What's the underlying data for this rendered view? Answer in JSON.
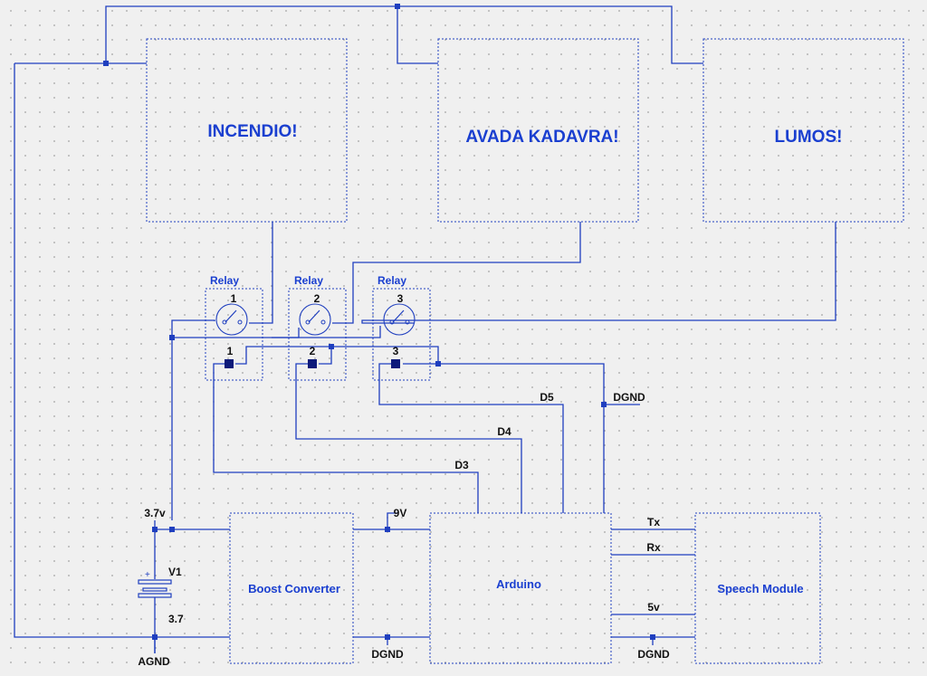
{
  "loads": {
    "incendio": "INCENDIO!",
    "avada": "AVADA KADAVRA!",
    "lumos": "LUMOS!"
  },
  "relays": [
    {
      "title": "Relay",
      "switch_num": "1",
      "pin_num": "1"
    },
    {
      "title": "Relay",
      "switch_num": "2",
      "pin_num": "2"
    },
    {
      "title": "Relay",
      "switch_num": "3",
      "pin_num": "3"
    }
  ],
  "modules": {
    "boost": "Boost Converter",
    "arduino": "Arduino",
    "speech": "Speech Module"
  },
  "battery": {
    "name": "V1",
    "value": "3.7",
    "plus": "+"
  },
  "nets": {
    "v37": "3.7v",
    "agnd": "AGND",
    "v9": "9V",
    "dgnd_boost": "DGND",
    "dgnd_speech": "DGND",
    "dgnd_relay": "DGND",
    "d3": "D3",
    "d4": "D4",
    "d5": "D5",
    "tx": "Tx",
    "rx": "Rx",
    "v5": "5v"
  },
  "colors": {
    "wire": "#1f3fbf",
    "label": "#1a3fd0",
    "net": "#111111",
    "background": "#f0f0f0"
  }
}
